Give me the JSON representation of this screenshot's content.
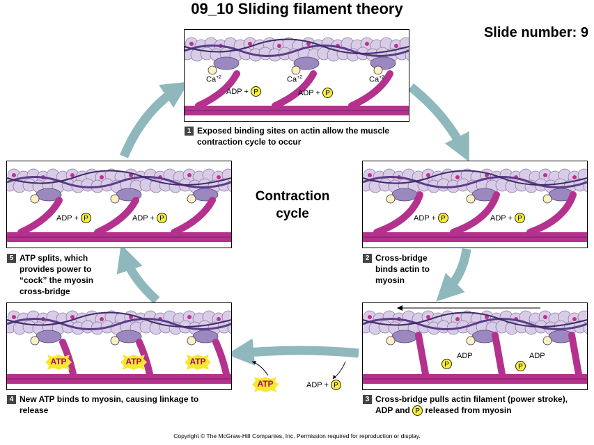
{
  "title": "09_10 Sliding filament theory",
  "slide_number": "Slide number: 9",
  "center": {
    "line1": "Contraction",
    "line2": "cycle"
  },
  "copyright": "Copyright © The McGraw-Hill Companies, Inc. Permission required for reproduction or display.",
  "labels": {
    "adp": "ADP",
    "plus": "+",
    "p": "P",
    "ca": "Ca",
    "ca_sup": "+2",
    "atp": "ATP"
  },
  "steps": [
    {
      "num": "1",
      "line1": "Exposed binding sites on actin allow the muscle",
      "line2": "contraction cycle to occur"
    },
    {
      "num": "2",
      "line1": "Cross-bridge",
      "line2": "binds actin to",
      "line3": "myosin"
    },
    {
      "num": "3",
      "line1": "Cross-bridge pulls actin filament (power stroke),",
      "line2a": "ADP and",
      "line2b": "released from myosin"
    },
    {
      "num": "4",
      "line1": "New ATP binds to myosin, causing linkage to",
      "line2": "release"
    },
    {
      "num": "5",
      "line1": "ATP splits, which",
      "line2": "provides power to",
      "line3": "“cock” the myosin",
      "line4": "cross-bridge"
    }
  ],
  "colors": {
    "actin": "#d9cce6",
    "myosin": "#b4328e",
    "tropomyosin": "#5a3d8a",
    "arrow": "#8fb8bd",
    "phosphate": "#f7ef3a"
  }
}
